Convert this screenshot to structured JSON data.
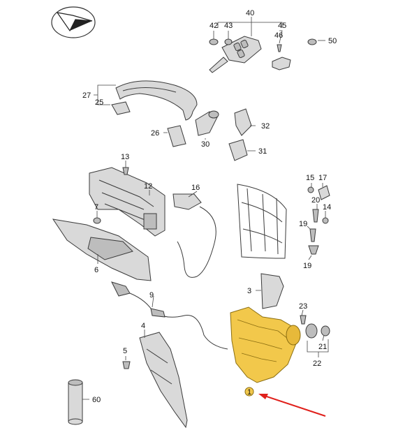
{
  "callouts": {
    "c1": "1",
    "c3": "3",
    "c4": "4",
    "c5": "5",
    "c6": "6",
    "c7": "7",
    "c9": "9",
    "c12": "12",
    "c13": "13",
    "c14": "14",
    "c15": "15",
    "c16": "16",
    "c17": "17",
    "c19a": "19",
    "c19b": "19",
    "c20": "20",
    "c21": "21",
    "c22": "22",
    "c23": "23",
    "c25": "25",
    "c26": "26",
    "c27": "27",
    "c30": "30",
    "c31": "31",
    "c32": "32",
    "c40": "40",
    "c42": "42",
    "c43": "43",
    "c45": "45",
    "c46": "46",
    "c50": "50",
    "c60": "60"
  },
  "colors": {
    "highlight_part": "#f2c84b",
    "highlight_stroke": "#8a6d10",
    "arrow": "#e0201b",
    "part_fill": "#d9d9d9",
    "line": "#3a3a3a"
  },
  "icons": {
    "brand_logo": "vw-arrow-logo-icon",
    "pointer_arrow": "red-arrow-icon"
  }
}
